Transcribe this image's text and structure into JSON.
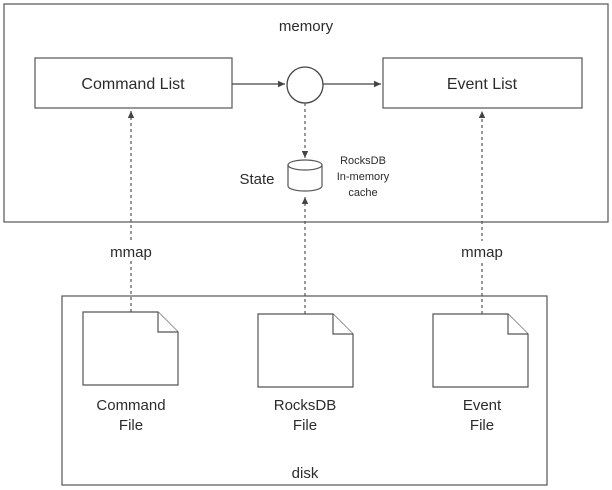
{
  "regions": {
    "memory": "memory",
    "disk": "disk"
  },
  "boxes": {
    "command_list": "Command List",
    "event_list": "Event List"
  },
  "state": {
    "label": "State",
    "cache_line1": "RocksDB",
    "cache_line2": "In-memory",
    "cache_line3": "cache"
  },
  "mmap": {
    "left": "mmap",
    "right": "mmap"
  },
  "files": {
    "command": {
      "line1": "Command",
      "line2": "File"
    },
    "rocksdb": {
      "line1": "RocksDB",
      "line2": "File"
    },
    "event": {
      "line1": "Event",
      "line2": "File"
    }
  }
}
